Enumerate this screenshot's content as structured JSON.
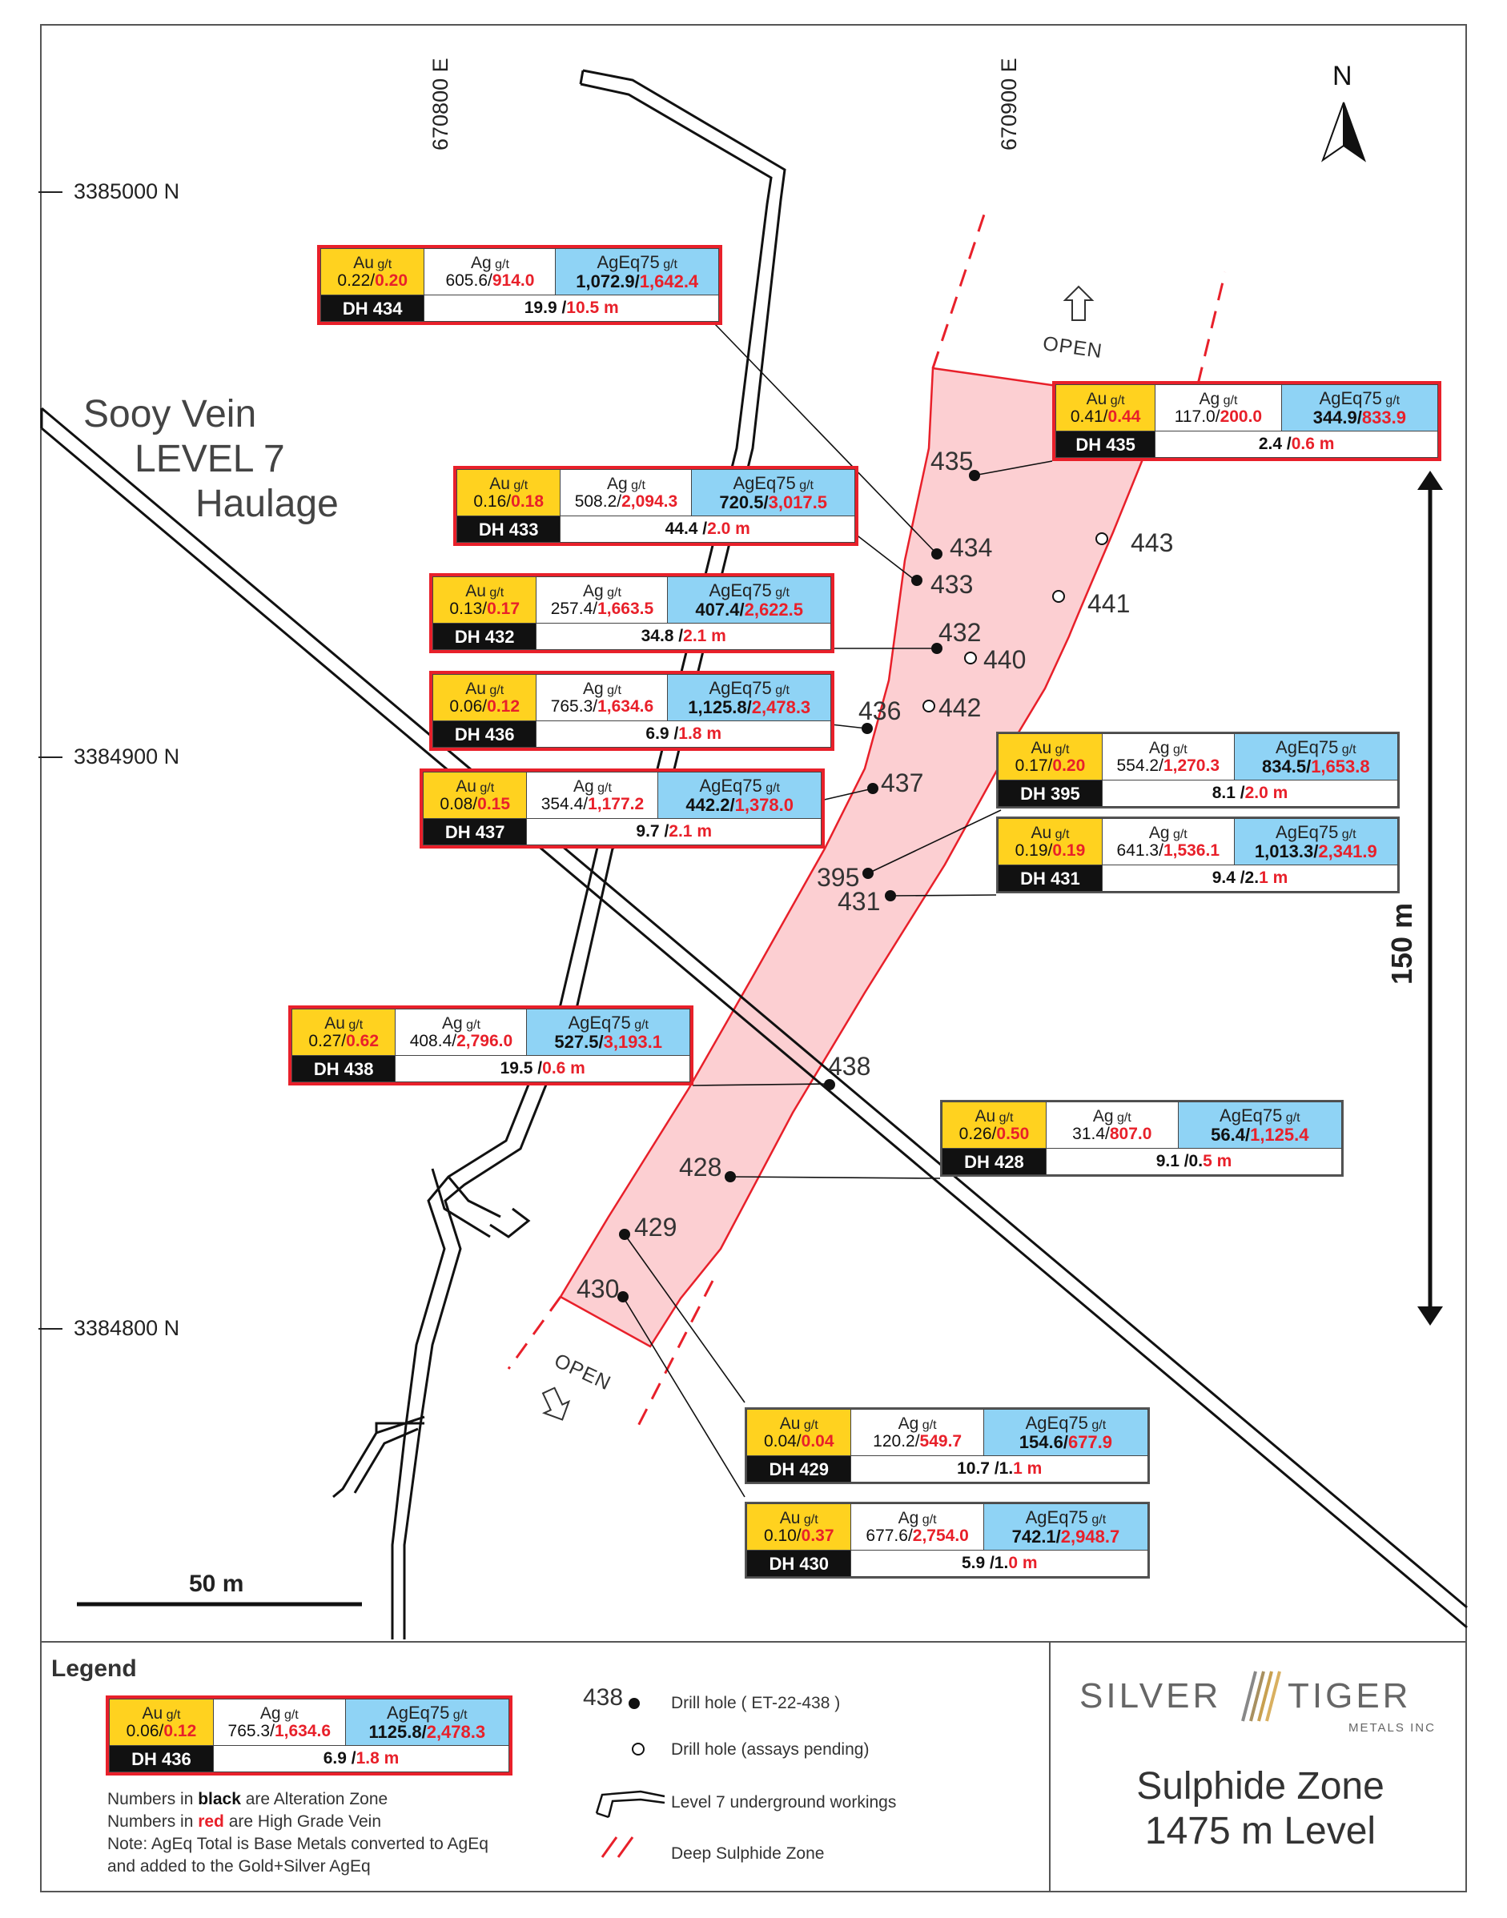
{
  "map_title": [
    "Sooy Vein",
    "LEVEL 7",
    "Haulage"
  ],
  "grid": {
    "easting": [
      "670800 E",
      "670900 E"
    ],
    "northing": [
      "3385000 N",
      "3384900 N",
      "3384800 N"
    ]
  },
  "north_label": "N",
  "open_labels": [
    "OPEN",
    "OPEN"
  ],
  "scale_horizontal": "50 m",
  "scale_vertical": "150 m",
  "hole_labels": [
    "435",
    "434",
    "433",
    "432",
    "436",
    "437",
    "395",
    "431",
    "438",
    "428",
    "429",
    "430",
    "443",
    "441",
    "440",
    "442"
  ],
  "assays": [
    {
      "dh": "DH 434",
      "au_a": "0.22/",
      "au_b": "0.20",
      "ag_a": "605.6/",
      "ag_b": "914.0",
      "eq_a": "1,072.9/",
      "eq_b": "1,642.4",
      "int_a": "19.9 /",
      "int_b": "10.5 m"
    },
    {
      "dh": "DH 435",
      "au_a": "0.41/",
      "au_b": "0.44",
      "ag_a": "117.0/",
      "ag_b": "200.0",
      "eq_a": "344.9/",
      "eq_b": "833.9",
      "int_a": "2.4 /",
      "int_b": "0.6 m"
    },
    {
      "dh": "DH 433",
      "au_a": "0.16/",
      "au_b": "0.18",
      "ag_a": "508.2/",
      "ag_b": "2,094.3",
      "eq_a": "720.5/",
      "eq_b": "3,017.5",
      "int_a": "44.4 /",
      "int_b": "2.0 m"
    },
    {
      "dh": "DH 432",
      "au_a": "0.13/",
      "au_b": "0.17",
      "ag_a": "257.4/",
      "ag_b": "1,663.5",
      "eq_a": "407.4/",
      "eq_b": "2,622.5",
      "int_a": "34.8 /",
      "int_b": "2.1 m"
    },
    {
      "dh": "DH 436",
      "au_a": "0.06/",
      "au_b": "0.12",
      "ag_a": "765.3/",
      "ag_b": "1,634.6",
      "eq_a": "1,125.8/",
      "eq_b": "2,478.3",
      "int_a": "6.9 /",
      "int_b": "1.8 m"
    },
    {
      "dh": "DH 437",
      "au_a": "0.08/",
      "au_b": "0.15",
      "ag_a": "354.4/",
      "ag_b": "1,177.2",
      "eq_a": "442.2/",
      "eq_b": "1,378.0",
      "int_a": "9.7 /",
      "int_b": "2.1 m"
    },
    {
      "dh": "DH 395",
      "au_a": "0.17/",
      "au_b": "0.20",
      "ag_a": "554.2/",
      "ag_b": "1,270.3",
      "eq_a": "834.5/",
      "eq_b": "1,653.8",
      "int_a": "8.1 /",
      "int_b": "2.0 m"
    },
    {
      "dh": "DH 431",
      "au_a": "0.19/",
      "au_b": "0.19",
      "ag_a": "641.3/",
      "ag_b": "1,536.1",
      "eq_a": "1,013.3/",
      "eq_b": "2,341.9",
      "int_a": "9.4 /2.",
      "int_b": "1 m"
    },
    {
      "dh": "DH 438",
      "au_a": "0.27/",
      "au_b": "0.62",
      "ag_a": "408.4/",
      "ag_b": "2,796.0",
      "eq_a": "527.5/",
      "eq_b": "3,193.1",
      "int_a": "19.5 /",
      "int_b": "0.6 m"
    },
    {
      "dh": "DH 428",
      "au_a": "0.26/",
      "au_b": "0.50",
      "ag_a": "31.4/",
      "ag_b": "807.0",
      "eq_a": "56.4/",
      "eq_b": "1,125.4",
      "int_a": "9.1 /0.",
      "int_b": "5 m"
    },
    {
      "dh": "DH 429",
      "au_a": "0.04/",
      "au_b": "0.04",
      "ag_a": "120.2/",
      "ag_b": "549.7",
      "eq_a": "154.6/",
      "eq_b": "677.9",
      "int_a": "10.7 /1.",
      "int_b": "1 m"
    },
    {
      "dh": "DH 430",
      "au_a": "0.10/",
      "au_b": "0.37",
      "ag_a": "677.6/",
      "ag_b": "2,754.0",
      "eq_a": "742.1/",
      "eq_b": "2,948.7",
      "int_a": "5.9 /1.",
      "int_b": "0 m"
    }
  ],
  "headers": {
    "au": "Au",
    "ag": "Ag",
    "eq": "AgEq75",
    "unit": "g/t"
  },
  "legend": {
    "title": "Legend",
    "sample": {
      "dh": "DH 436",
      "au_a": "0.06/",
      "au_b": "0.12",
      "ag_a": "765.3/",
      "ag_b": "1,634.6",
      "eq_a": "1125.8/",
      "eq_b": "2,478.3",
      "int_a": "6.9 /",
      "int_b": "1.8 m"
    },
    "notes": {
      "line1_pre": "Numbers in ",
      "line1_key": "black",
      "line1_post": " are Alteration Zone",
      "line2_pre": "Numbers in ",
      "line2_key": "red",
      "line2_post": " are High Grade Vein",
      "line3": "Note: AgEq Total is Base Metals converted to AgEq",
      "line4": "and added to the Gold+Silver AgEq"
    },
    "symbol_hole_number": "438",
    "items": {
      "drill_hole": "Drill hole ( ET-22-438 )",
      "pending": "Drill hole (assays pending)",
      "workings": "Level 7 underground workings",
      "zone": "Deep Sulphide Zone"
    }
  },
  "company": {
    "name_left": "SILVER",
    "name_right": "TIGER",
    "sub": "METALS INC"
  },
  "zone_title": [
    "Sulphide Zone",
    "1475 m Level"
  ],
  "colors": {
    "zone_fill": "#fccfd2",
    "zone_edge": "#e8202a",
    "au_cell": "#ffd21f",
    "eq_cell": "#8fd3f5",
    "box_border": "#e8202a"
  }
}
